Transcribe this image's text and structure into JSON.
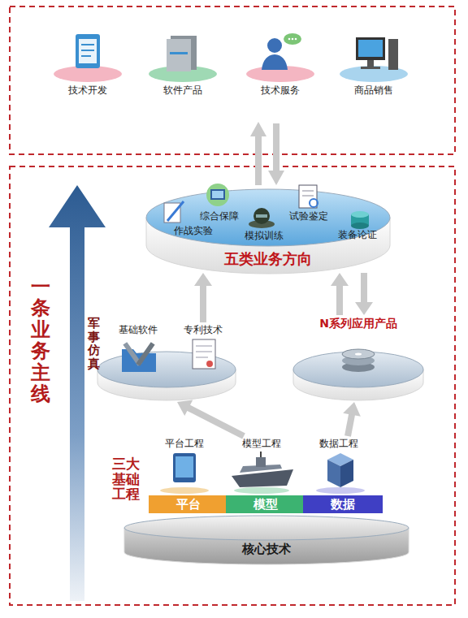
{
  "diagram": {
    "nodes": [
      {
        "text": [
          "五类业务方向"
        ]
      },
      {
        "text": [
          "基础软件",
          "专利技术"
        ]
      },
      {
        "text": [
          "N系列应用产品"
        ]
      },
      {
        "text": [
          "平台工程",
          "平台"
        ]
      },
      {
        "text": [
          "模型工程",
          "模型"
        ]
      },
      {
        "text": [
          "数据工程",
          "数据"
        ]
      },
      {
        "text": [
          "核心技术"
        ]
      }
    ],
    "edges": [
      {
        "from": 4,
        "to": 1,
        "arrow": "to"
      },
      {
        "from": 5,
        "to": 2,
        "arrow": "to"
      },
      {
        "from": 1,
        "to": 0,
        "arrow": "to"
      },
      {
        "from": 2,
        "to": 0,
        "arrow": "to"
      },
      {
        "from": 0,
        "to": 2,
        "arrow": "to"
      }
    ],
    "labels": [
      "技术开发",
      "软件产品",
      "技术服务",
      "商品销售",
      "综合保障",
      "作战实验",
      "模拟训练",
      "试验鉴定",
      "装备论证",
      "一条业务主线",
      "军事仿真",
      "三大基础工程"
    ]
  }
}
